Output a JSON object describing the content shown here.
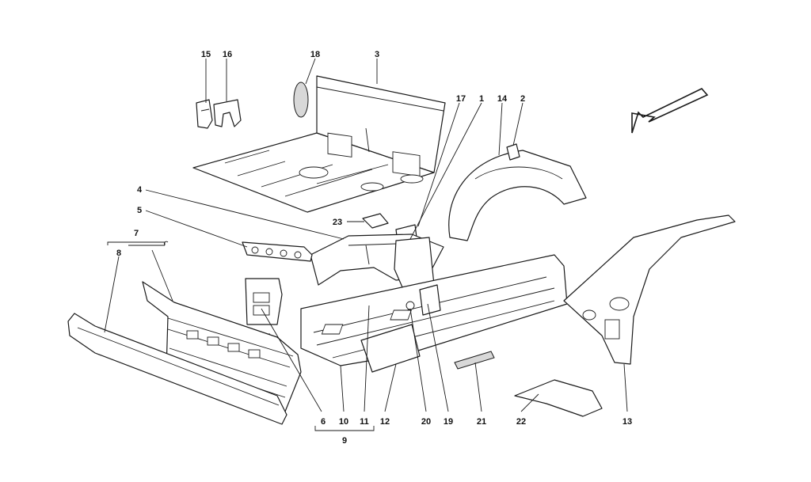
{
  "callouts": {
    "c1": "1",
    "c2": "2",
    "c3": "3",
    "c4": "4",
    "c5": "5",
    "c6": "6",
    "c7": "7",
    "c8": "8",
    "c9": "9",
    "c10": "10",
    "c11": "11",
    "c12": "12",
    "c13": "13",
    "c14": "14",
    "c15": "15",
    "c16": "16",
    "c17": "17",
    "c18": "18",
    "c19": "19",
    "c20": "20",
    "c21": "21",
    "c22": "22",
    "c23": "23"
  },
  "colors": {
    "line": "#1a1a1a",
    "background": "#ffffff",
    "shade": "#d8d8d8"
  }
}
